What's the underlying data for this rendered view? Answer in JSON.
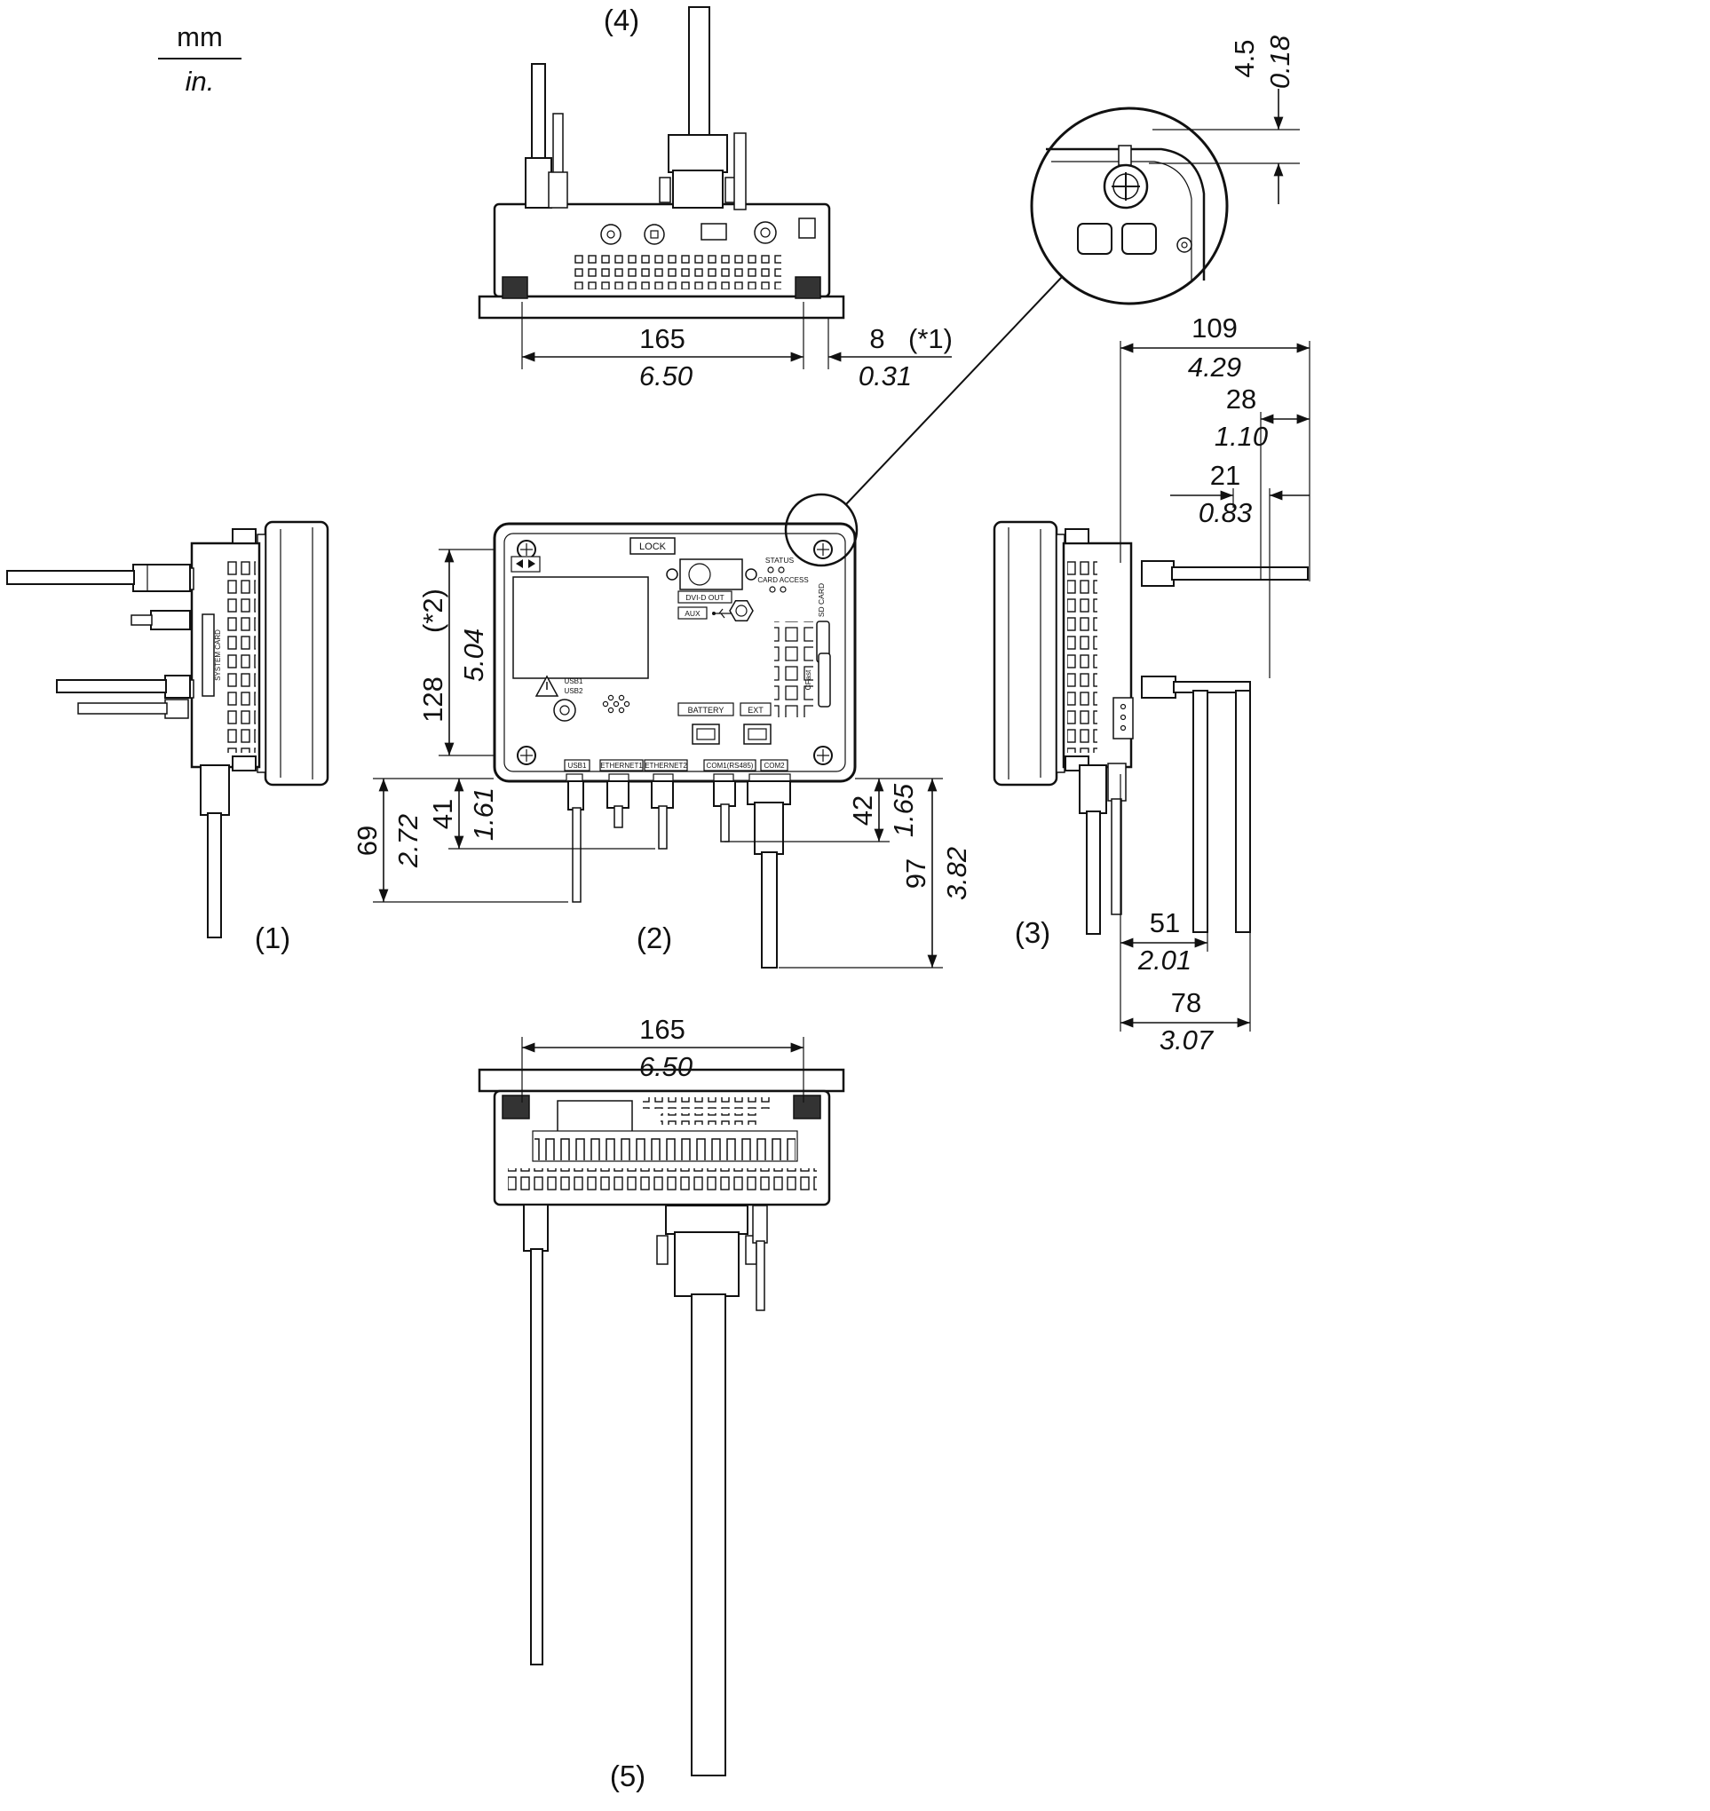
{
  "legend": {
    "primary": "mm",
    "secondary": "in."
  },
  "view_labels": {
    "left": "(1)",
    "rear": "(2)",
    "right": "(3)",
    "top": "(4)",
    "bottom": "(5)"
  },
  "dims": {
    "top_width_mm": "165",
    "top_width_in": "6.50",
    "top_offset_mm": "8",
    "top_offset_note": "(*1)",
    "top_offset_in": "0.31",
    "screw_mm": "4.5",
    "screw_in": "0.18",
    "depth_mm": "109",
    "depth_in": "4.29",
    "upper_right_mm": "28",
    "upper_right_in": "1.10",
    "lower_right_mm": "21",
    "lower_right_in": "0.83",
    "height_mm": "128",
    "height_note": "(*2)",
    "height_in": "5.04",
    "cable_69_mm": "69",
    "cable_69_in": "2.72",
    "cable_41_mm": "41",
    "cable_41_in": "1.61",
    "cable_42_mm": "42",
    "cable_42_in": "1.65",
    "cable_97_mm": "97",
    "cable_97_in": "3.82",
    "side_51_mm": "51",
    "side_51_in": "2.01",
    "side_78_mm": "78",
    "side_78_in": "3.07",
    "bottom_width_mm": "165",
    "bottom_width_in": "6.50"
  },
  "labels": {
    "lock": "LOCK",
    "status": "STATUS",
    "card_access": "CARD ACCESS",
    "dvi_out": "DVI-D OUT",
    "aux": "AUX",
    "sd_card": "SD CARD",
    "cfast": "CFast",
    "battery": "BATTERY",
    "ext": "EXT",
    "usb1": "USB1",
    "usb2": "USB2",
    "ethernet1": "ETHERNET1",
    "ethernet2": "ETHERNET2",
    "com1": "COM1(RS485)",
    "com2": "COM2",
    "system_card": "SYSTEM CARD"
  }
}
